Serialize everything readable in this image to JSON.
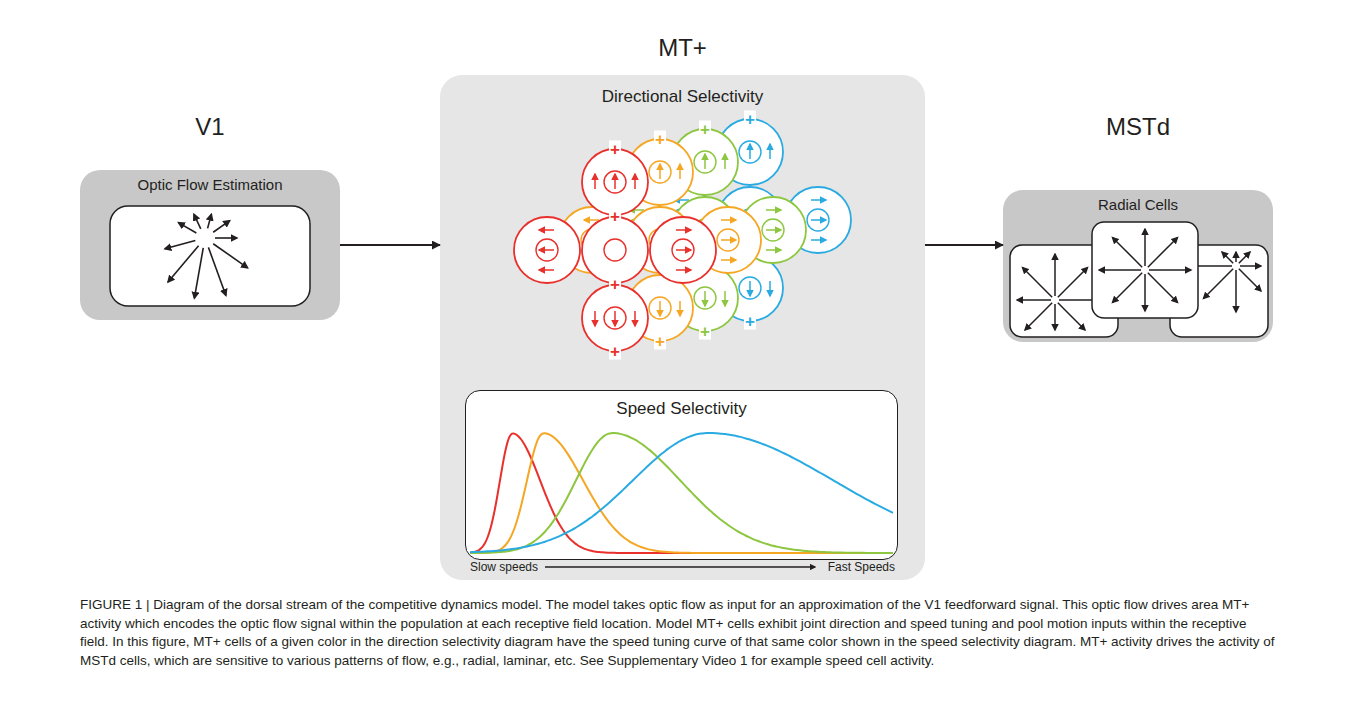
{
  "diagram": {
    "caption": "FIGURE 1 | Diagram of the dorsal stream of the competitive dynamics model. The model takes optic flow as input for an approximation of the V1 feedforward signal. This optic flow drives area MT+ activity which encodes the optic flow signal within the population at each receptive field location. Model MT+ cells exhibit joint direction and speed tuning and pool motion inputs within the receptive field. In this figure, MT+ cells of a given color in the direction selectivity diagram have the speed tuning curve of that same color shown in the speed selectivity diagram. MT+ activity drives the activity of MSTd cells, which are sensitive to various patterns of flow, e.g., radial, laminar, etc. See Supplementary Video 1 for example speed cell activity.",
    "nodes": [
      {
        "text": [
          "V1",
          "Optic Flow Estimation"
        ]
      },
      {
        "text": [
          "MT+",
          "Directional Selectivity"
        ]
      },
      {
        "text": [
          "Speed Selectivity"
        ],
        "in": 1
      },
      {
        "text": [
          "MSTd",
          "Radial Cells"
        ]
      }
    ],
    "edges": [
      {
        "from": 0,
        "to": 1,
        "arrow": "to"
      },
      {
        "from": 1,
        "to": 3,
        "arrow": "to"
      }
    ],
    "labels": [
      "+",
      "+",
      "+",
      "+",
      "+",
      "+",
      "+",
      "+",
      "+",
      "+",
      "Slow speeds",
      "Fast Speeds"
    ]
  }
}
